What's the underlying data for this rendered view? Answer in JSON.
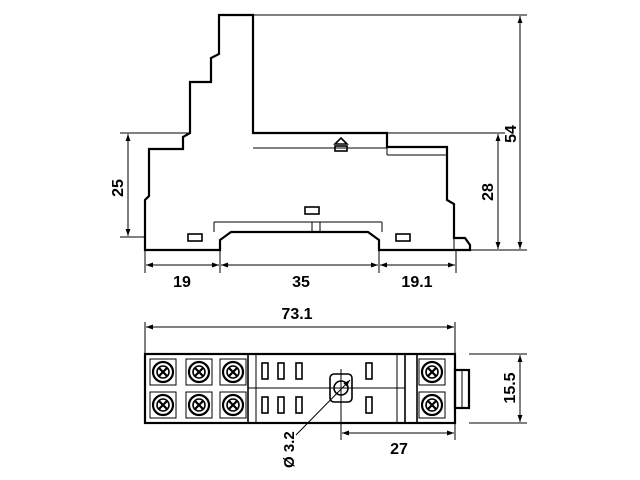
{
  "dimensions": {
    "side_view": {
      "height_total": "54",
      "height_body": "28",
      "height_left": "25",
      "width_left": "19",
      "width_mid": "35",
      "width_right": "19.1"
    },
    "top_view": {
      "length": "73.1",
      "width": "15.5",
      "hole_offset": "27",
      "hole_diameter": "Ø 3.2"
    }
  }
}
